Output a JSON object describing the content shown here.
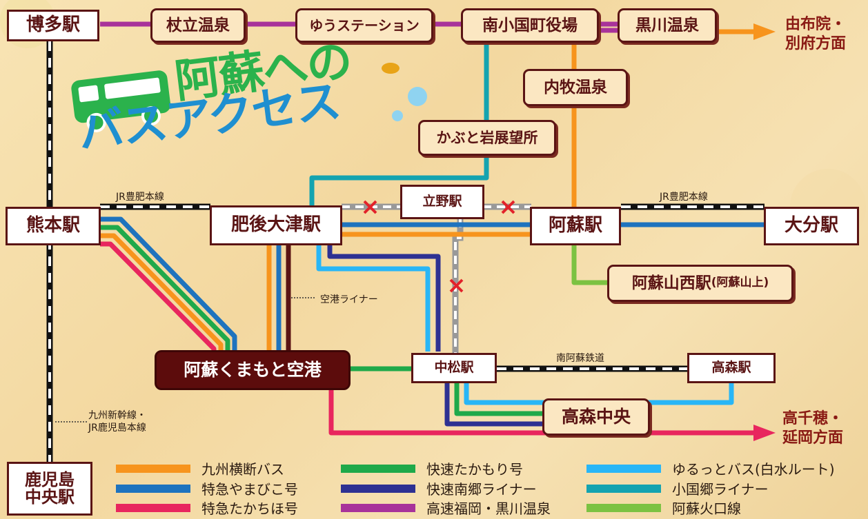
{
  "title": {
    "line1": "阿蘇への",
    "line2": "バスアクセス"
  },
  "stations": {
    "hakata": "博多駅",
    "tsuetate": "杖立温泉",
    "yu_station": "ゆうステーション",
    "minamioguni": "南小国町役場",
    "kurokawa": "黒川温泉",
    "uchinomaki": "内牧温泉",
    "kabutoiwa": "かぶと岩展望所",
    "kumamoto": "熊本駅",
    "higo_ozu": "肥後大津駅",
    "tateno": "立野駅",
    "aso": "阿蘇駅",
    "oita": "大分駅",
    "aso_sansai": "阿蘇山西駅",
    "aso_sansai_note": "(阿蘇山上)",
    "airport": "阿蘇くまもと空港",
    "nakamatsu": "中松駅",
    "takamori_eki": "高森駅",
    "takamori_chuo": "高森中央",
    "kagoshima_line1": "鹿児島",
    "kagoshima_line2": "中央駅"
  },
  "destinations": {
    "yufuin_line1": "由布院・",
    "yufuin_line2": "別府方面",
    "takachiho_line1": "高千穂・",
    "takachiho_line2": "延岡方面"
  },
  "labels": {
    "jr_hohi_west": "JR豊肥本線",
    "jr_hohi_east": "JR豊肥本線",
    "airport_liner": "空港ライナー",
    "minamiaso_rail": "南阿蘇鉄道",
    "shinkansen_line1": "九州新幹線・",
    "shinkansen_line2": "JR鹿児島本線"
  },
  "legend": [
    {
      "name": "九州横断バス",
      "color": "#f7941d"
    },
    {
      "name": "特急やまびこ号",
      "color": "#1e73be"
    },
    {
      "name": "特急たかちほ号",
      "color": "#e8265e"
    },
    {
      "name": "快速たかもり号",
      "color": "#1fa94a"
    },
    {
      "name": "快速南郷ライナー",
      "color": "#2e3192"
    },
    {
      "name": "高速福岡・黒川温泉",
      "color": "#a8329a"
    },
    {
      "name": "ゆるっとバス(白水ルート)",
      "color": "#29b6f6"
    },
    {
      "name": "小国郷ライナー",
      "color": "#14a3b0"
    },
    {
      "name": "阿蘇火口線",
      "color": "#7cc242"
    }
  ]
}
